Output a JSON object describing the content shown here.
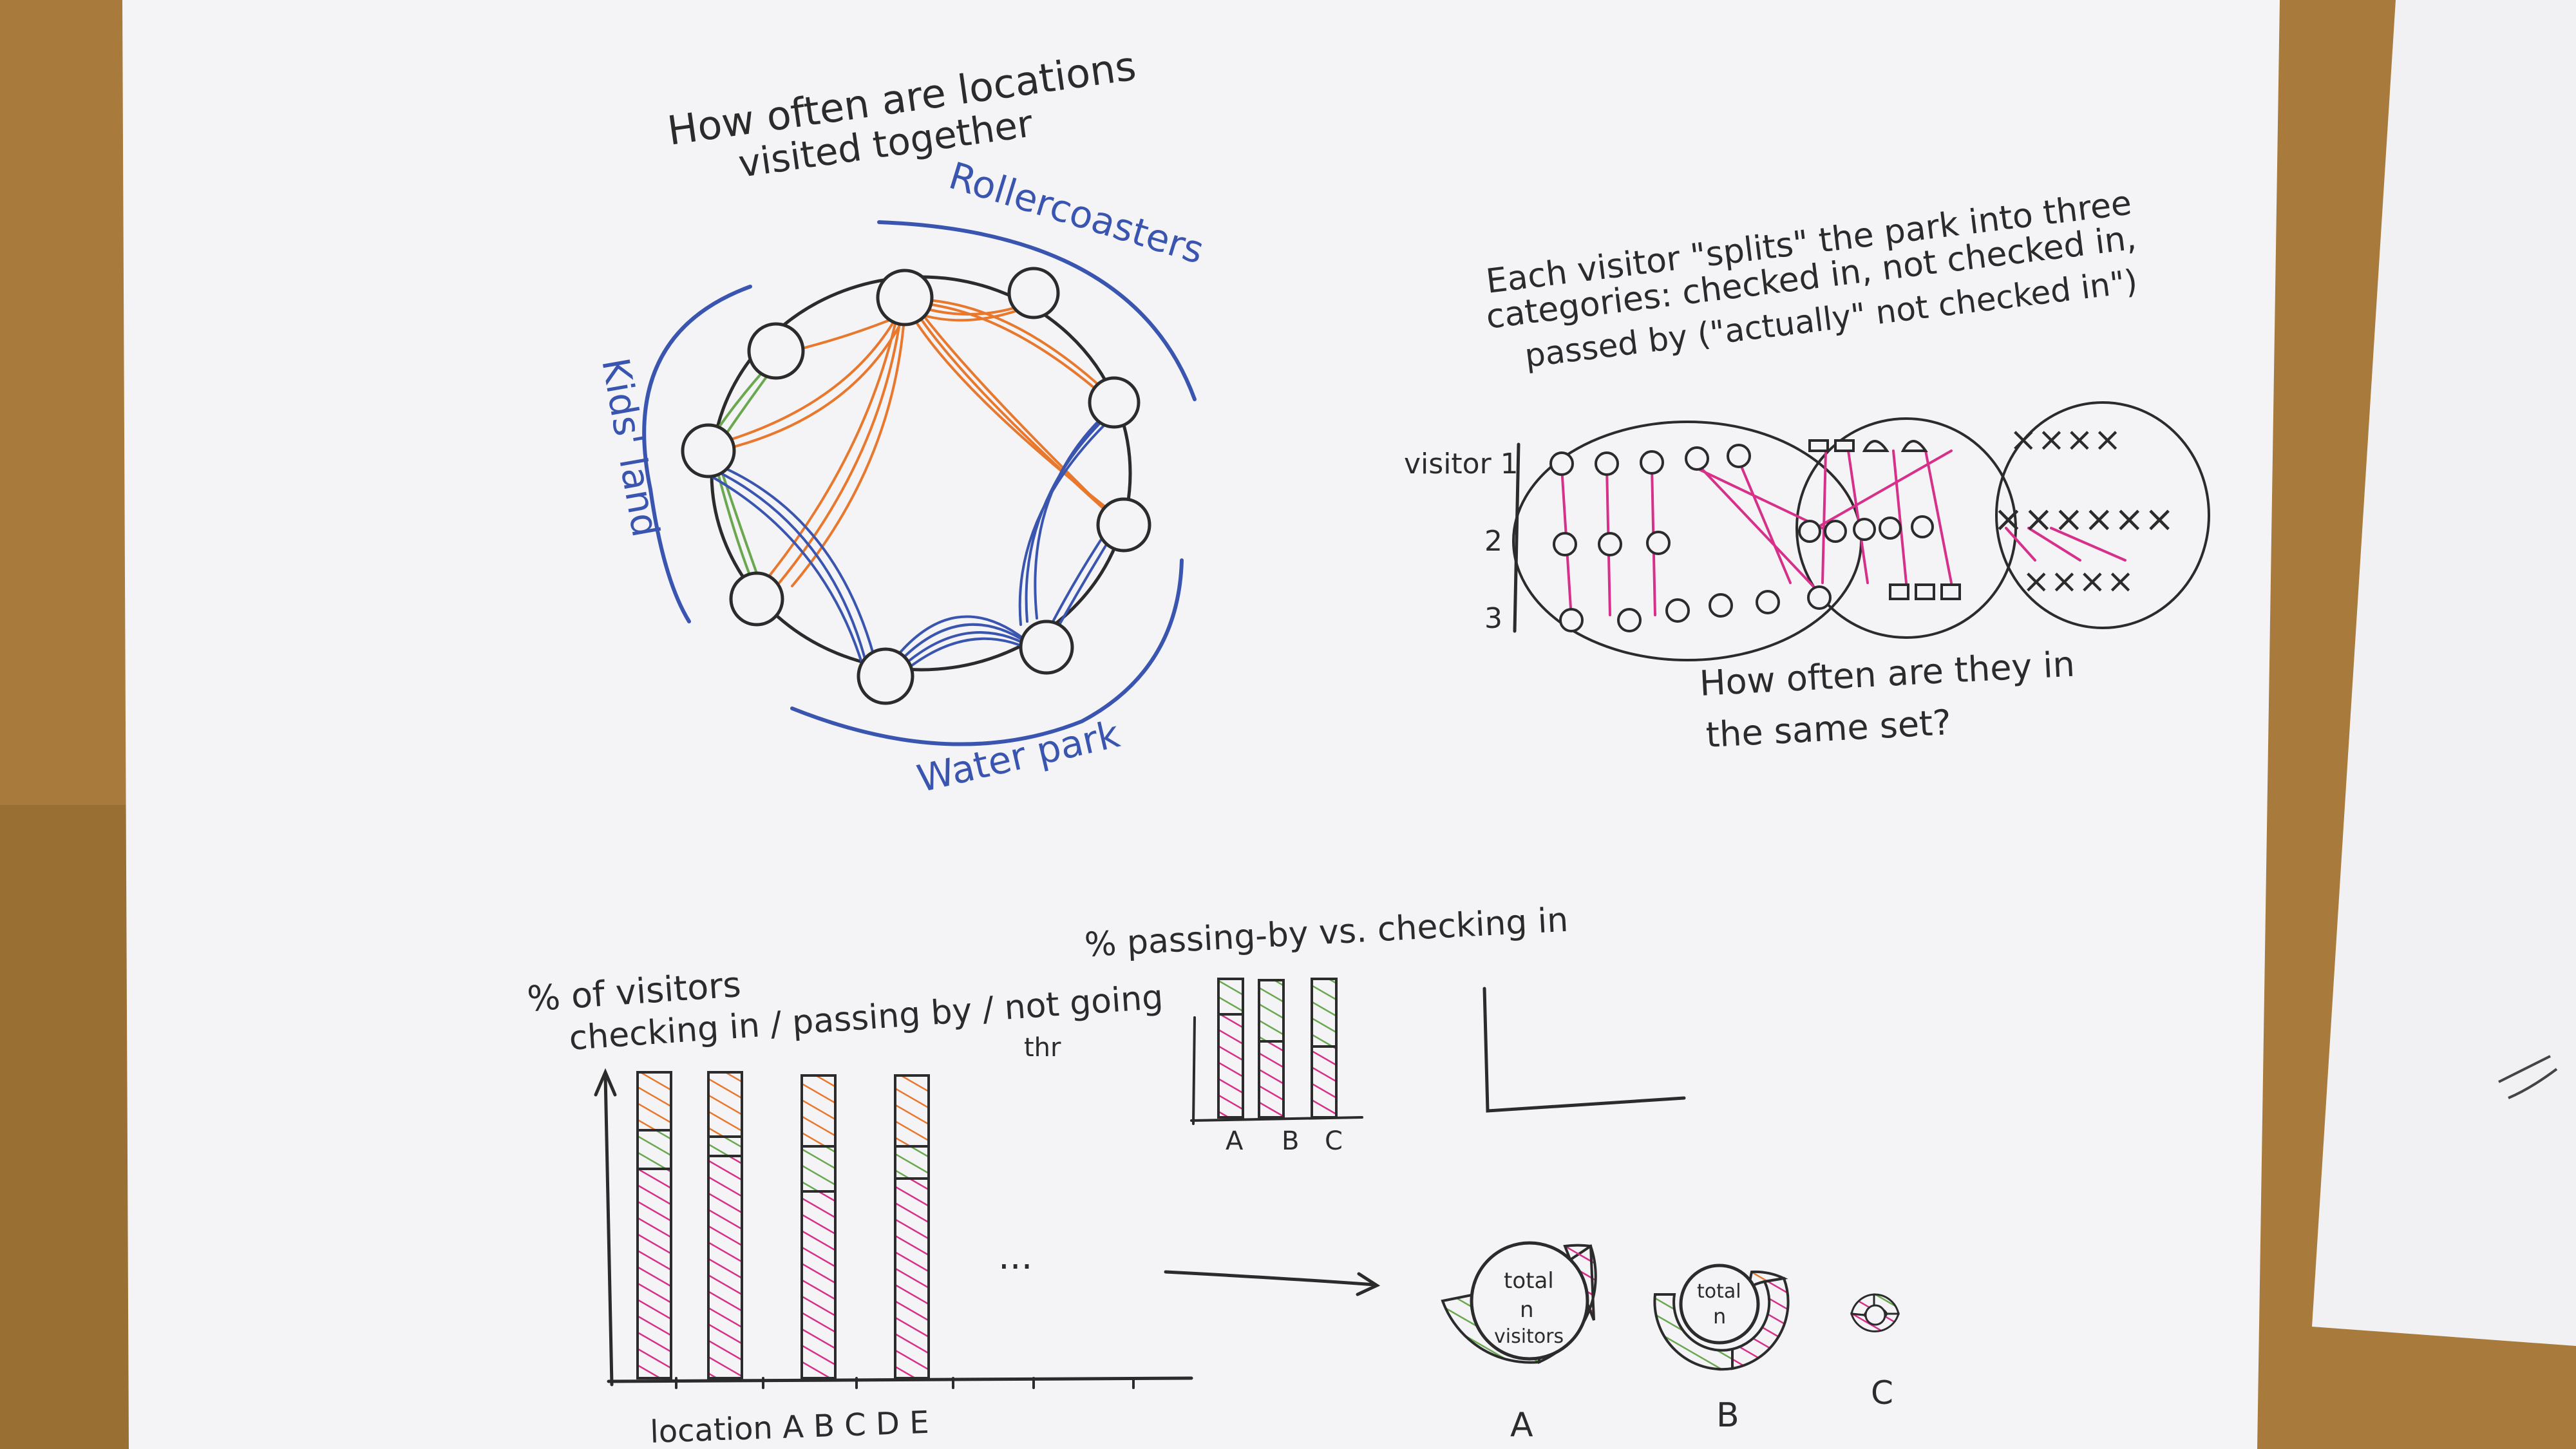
{
  "colors": {
    "desk": "#a87b3c",
    "paper": "#f4f4f6",
    "ink": "#2b2b2b",
    "blue": "#3a55b0",
    "orange": "#e8782e",
    "green": "#6aa84f",
    "magenta": "#d6308a"
  },
  "top_left": {
    "title_line1": "How often are locations",
    "title_line2": "visited together",
    "label_rollercoasters": "Rollercoasters",
    "label_kids_land": "Kids' land",
    "label_water_park": "Water park"
  },
  "top_right": {
    "note_line1": "Each visitor \"splits\" the park into three",
    "note_line2": "categories: checked in, not checked in,",
    "note_line3": "passed by (\"actually\" not checked in\")",
    "row_labels": [
      "visitor 1",
      "2",
      "3"
    ],
    "question_line1": "How often are they in",
    "question_line2": "the same set?"
  },
  "bottom_left": {
    "title_line1": "% of visitors",
    "title_line2": "checking in / passing by / not going",
    "title_line3": "thr",
    "ellipsis": "...",
    "x_label": "location A  B  C   D  E"
  },
  "bottom_middle": {
    "title": "% passing-by vs. checking in",
    "bar_labels": [
      "A",
      "B",
      "C"
    ]
  },
  "bottom_right": {
    "donut_A_text": [
      "total",
      "n",
      "visitors"
    ],
    "donut_B_text": [
      "total",
      "n"
    ],
    "donut_labels": [
      "A",
      "B",
      "C"
    ]
  }
}
